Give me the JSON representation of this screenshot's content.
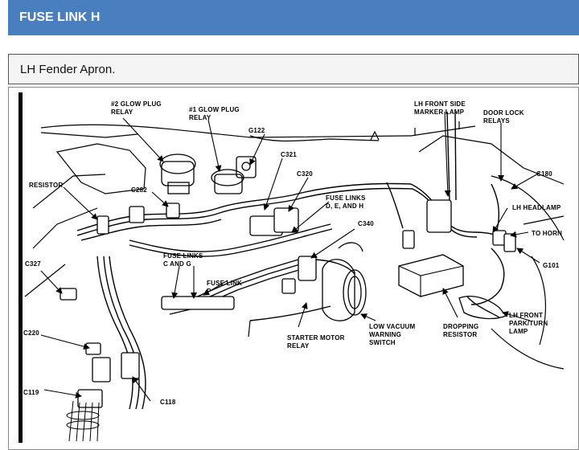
{
  "header": {
    "title": "FUSE LINK H"
  },
  "caption": {
    "text": "LH Fender Apron."
  },
  "diagram": {
    "labels": {
      "glow2_a": "#2 GLOW PLUG",
      "glow2_b": "RELAY",
      "glow1_a": "#1 GLOW PLUG",
      "glow1_b": "RELAY",
      "g122": "G122",
      "c321": "C321",
      "lhfront_a": "LH FRONT SIDE",
      "lhfront_b": "MARKER LAMP",
      "doorlock_a": "DOOR LOCK",
      "doorlock_b": "RELAYS",
      "c180": "C180",
      "resistor": "RESISTOR",
      "c282": "C282",
      "c320": "C320",
      "fusede_a": "FUSE LINKS",
      "fusede_b": "D, E, AND H",
      "lhheadlamp": "LH HEADLAMP",
      "c340": "C340",
      "tohorn": "TO HORN",
      "c327": "C327",
      "fusecg_a": "FUSE LINKS",
      "fusecg_b": "C AND G",
      "fusep_a": "FUSE LINK",
      "fusep_b": "P",
      "g101": "G101",
      "lhpark_a": "LH FRONT",
      "lhpark_b": "PARK/TURN",
      "lhpark_c": "LAMP",
      "c220": "C220",
      "lowvac_a": "LOW VACUUM",
      "lowvac_b": "WARNING",
      "lowvac_c": "SWITCH",
      "dropres_a": "DROPPING",
      "dropres_b": "RESISTOR",
      "starter_a": "STARTER MOTOR",
      "starter_b": "RELAY",
      "c119": "C119",
      "c118": "C118"
    }
  }
}
